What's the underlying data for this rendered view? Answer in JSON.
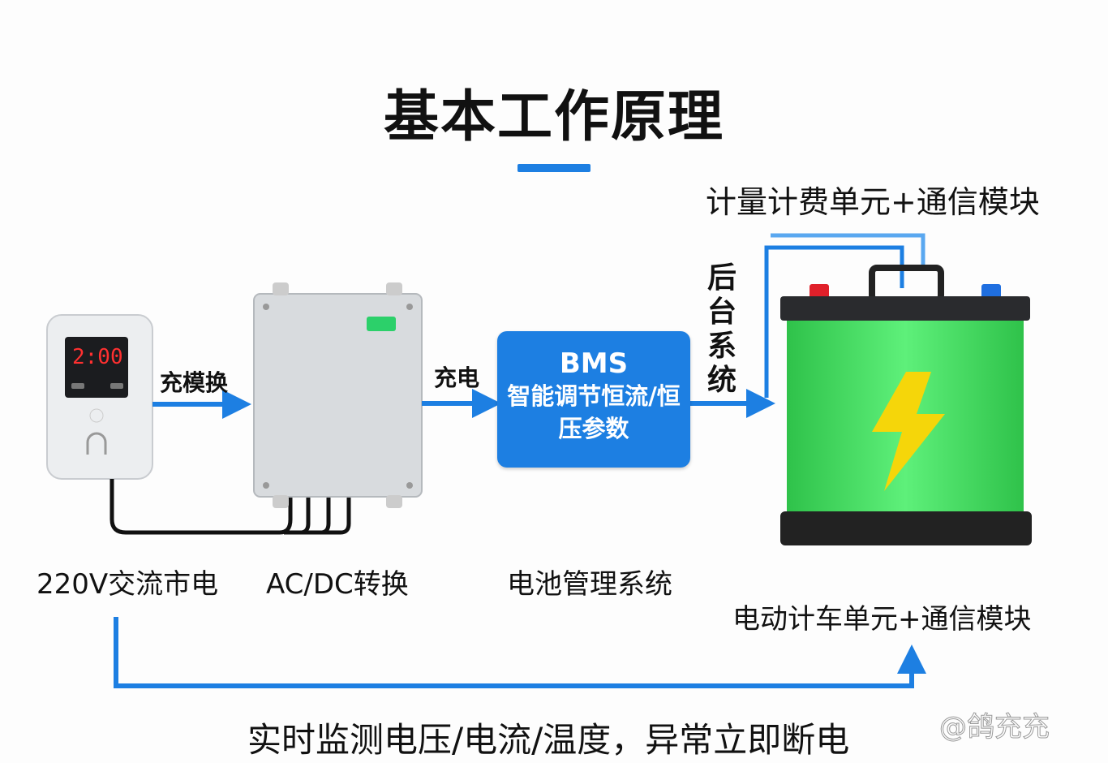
{
  "title": "基本工作原理",
  "top_right_label": "计量计费单元+通信模块",
  "device_display": "2:00",
  "arrow_label_1": "充模换",
  "arrow_label_2": "充电",
  "bms": {
    "heading": "BMS",
    "text": "智能调节恒流/恒压参数"
  },
  "vertical_label": "后台系统",
  "labels": {
    "power": "220V交流市电",
    "converter": "AC/DC转换",
    "bms": "电池管理系统",
    "battery": "电动计车单元+通信模块"
  },
  "footer": "实时监测电压/电流/温度，异常立即断电",
  "watermark": "@鸽充充",
  "colors": {
    "accent": "#1d7fe2",
    "battery": "#3dd65a",
    "bolt": "#f5d60a"
  }
}
